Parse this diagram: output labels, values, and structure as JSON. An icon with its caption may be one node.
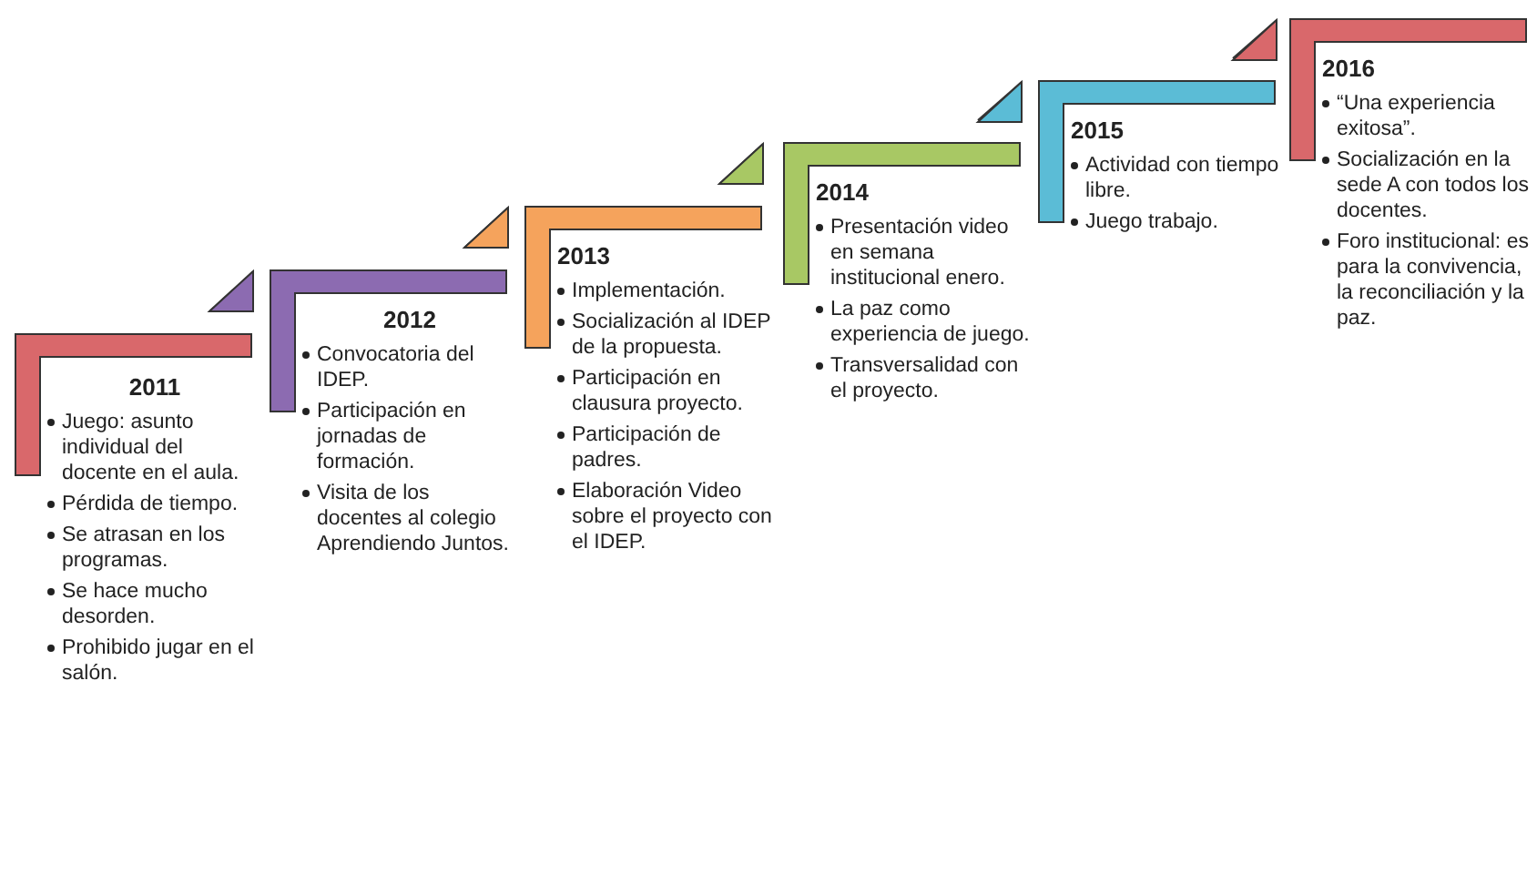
{
  "diagram": {
    "nodes": [
      {
        "text": [
          "2011",
          "Juego: asunto individual del docente en el aula.",
          "Pérdida de tiempo.",
          "Se atrasan en los programas.",
          "Se hace mucho desorden.",
          "Prohibido jugar en el salón."
        ]
      },
      {
        "text": [
          "2012",
          "Convocatoria del IDEP.",
          "Participación en jornadas de formación.",
          "Visita de los docentes al colegio Aprendiendo Juntos."
        ]
      },
      {
        "text": [
          "2013",
          "Implementación.",
          "Socialización al IDEP de la propuesta.",
          "Participación en clausura proyecto.",
          "Participación de padres.",
          "Elaboración Video sobre el proyecto con el IDEP."
        ]
      },
      {
        "text": [
          "2014",
          "Presentación video en semana institucional enero.",
          "La paz como experiencia de juego.",
          "Transversalidad con el proyecto."
        ]
      },
      {
        "text": [
          "2015",
          "Actividad con tiempo libre.",
          "Juego trabajo."
        ]
      },
      {
        "text": [
          "2016",
          "“Una experiencia exitosa”.",
          "Socialización en la sede A con todos los docentes.",
          "Foro institucional: es para la convivencia, la reconciliación y la paz."
        ]
      }
    ],
    "edges": [
      {
        "from": 0,
        "to": 1,
        "arrow": "to"
      },
      {
        "from": 1,
        "to": 2,
        "arrow": "to"
      },
      {
        "from": 2,
        "to": 3,
        "arrow": "to"
      },
      {
        "from": 3,
        "to": 4,
        "arrow": "to"
      },
      {
        "from": 4,
        "to": 5,
        "arrow": "to"
      }
    ]
  }
}
